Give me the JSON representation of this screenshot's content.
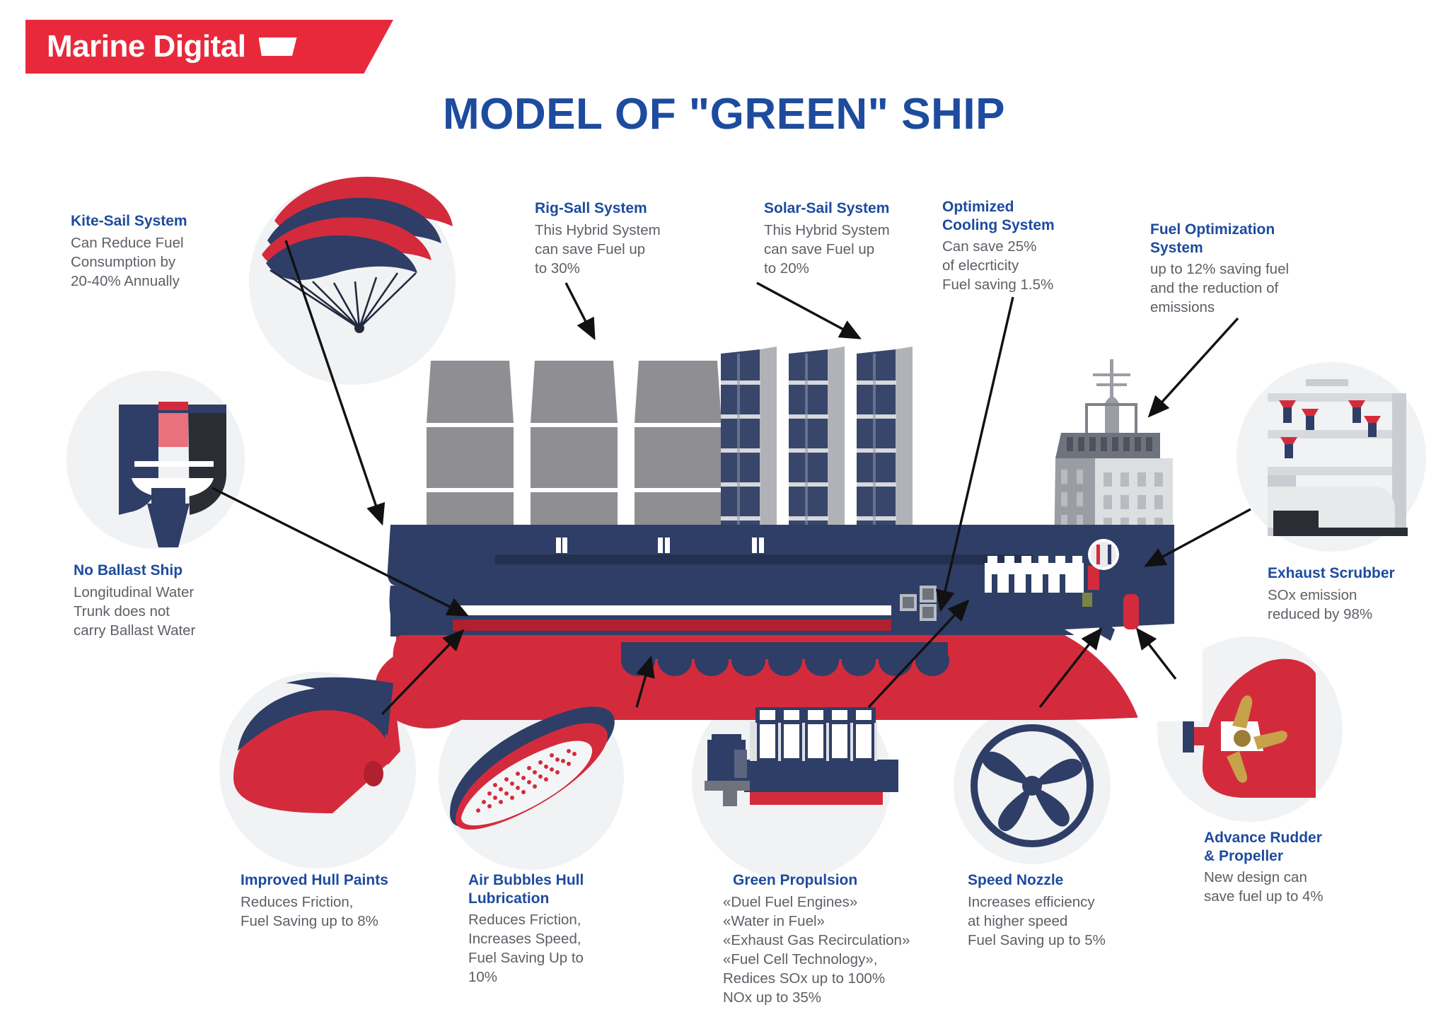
{
  "brand": {
    "name": "Marine Digital",
    "logo_mark": "trapezoid-mark",
    "banner_color": "#e8293c"
  },
  "header": {
    "title": "MODEL OF \"GREEN\" SHIP",
    "title_color": "#1d4b9e"
  },
  "palette": {
    "blue": "#1d4b9e",
    "navy": "#2e3e66",
    "red": "#d42b3c",
    "grey_text": "#5c5f66",
    "grey_circle": "#f1f2f4",
    "sail_grey": "#8e8e93"
  },
  "callouts": [
    {
      "id": "kite-sail-system",
      "title": "Kite-Sail System",
      "desc": "Can Reduce Fuel\nConsumption by\n20-40% Annually"
    },
    {
      "id": "rig-sall-system",
      "title": "Rig-Sall System",
      "desc": "This Hybrid System\ncan save Fuel up\nto 30%"
    },
    {
      "id": "solar-sail-system",
      "title": "Solar-Sail System",
      "desc": "This Hybrid System\ncan save Fuel up\nto 20%"
    },
    {
      "id": "optimized-cooling-system",
      "title": "Optimized\nCooling System",
      "desc": "Can save 25%\nof elecrticity\nFuel saving 1.5%"
    },
    {
      "id": "fuel-optimization-system",
      "title": "Fuel Optimization\nSystem",
      "desc": "up to 12% saving fuel\nand the reduction of\nemissions"
    },
    {
      "id": "no-ballast-ship",
      "title": "No Ballast Ship",
      "desc": "Longitudinal Water\nTrunk does not\ncarry Ballast Water"
    },
    {
      "id": "exhaust-scrubber",
      "title": "Exhaust Scrubber",
      "desc": "SOx emission\nreduced by 98%"
    },
    {
      "id": "improved-hull-paints",
      "title": "Improved Hull Paints",
      "desc": "Reduces Friction,\nFuel Saving up to 8%"
    },
    {
      "id": "air-bubbles-hull-lubrication",
      "title": "Air Bubbles Hull\nLubrication",
      "desc": "Reduces Friction,\nIncreases Speed,\nFuel Saving Up to\n10%"
    },
    {
      "id": "green-propulsion",
      "title": "Green Propulsion",
      "desc": "«Duel Fuel Engines»\n«Water in Fuel»\n«Exhaust Gas Recirculation»\n«Fuel Cell Technology»,\nRedices SOx up to 100%\nNOx up to 35%"
    },
    {
      "id": "speed-nozzle",
      "title": "Speed Nozzle",
      "desc": "Increases efficiency\nat higher speed\nFuel Saving up to 5%"
    },
    {
      "id": "advance-rudder-propeller",
      "title": "Advance Rudder\n& Propeller",
      "desc": "New design can\nsave fuel up to 4%"
    }
  ],
  "illustrations": [
    {
      "id": "kite-sail-icon",
      "label": "parafoil-kite-icon"
    },
    {
      "id": "no-ballast-icon",
      "label": "hull-cross-section-icon"
    },
    {
      "id": "hull-paint-icon",
      "label": "bulbous-bow-icon"
    },
    {
      "id": "air-bubbles-icon",
      "label": "hull-bottom-bubbles-icon"
    },
    {
      "id": "green-propulsion-icon",
      "label": "marine-engine-icon"
    },
    {
      "id": "speed-nozzle-icon",
      "label": "nozzle-propeller-icon"
    },
    {
      "id": "rudder-propeller-icon",
      "label": "rudder-propeller-icon"
    },
    {
      "id": "exhaust-scrubber-icon",
      "label": "scrubber-unit-icon"
    }
  ],
  "ship": {
    "name": "green-ship-illustration",
    "rig_sails_count": 3,
    "solar_sails_count": 3,
    "superstructure": "bridge-deck-with-mast"
  }
}
